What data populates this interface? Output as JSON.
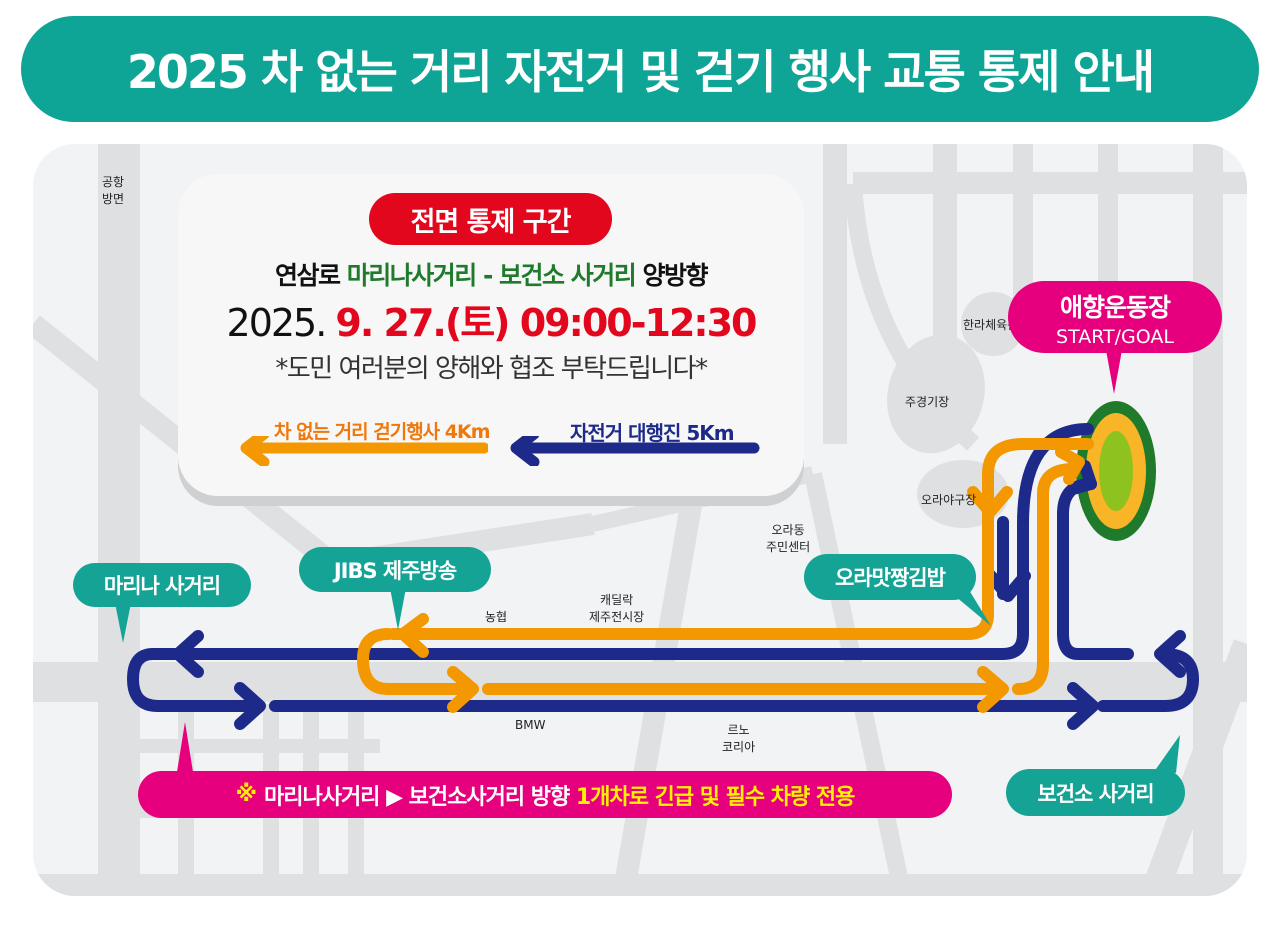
{
  "title": "2025 차 없는 거리 자전거 및 걷기 행사 교통 통제 안내",
  "colors": {
    "teal": "#0ea496",
    "red": "#e3071d",
    "pink": "#e6007e",
    "navy_route": "#1d2a8a",
    "orange_route": "#f39800",
    "green": "#1f7a2c"
  },
  "info_box": {
    "badge": "전면 통제 구간",
    "road_prefix": "연삼로",
    "road_section": "마리나사거리 - 보건소 사거리",
    "road_suffix": "양방향",
    "date_prefix": "2025.",
    "date_red": "9. 27.(토) 09:00-12:30",
    "request": "*도민 여러분의 양해와 협조 부탁드립니다*"
  },
  "legend": {
    "walk_label": "차 없는 거리 걷기행사 4Km",
    "bike_label": "자전거 대행진 5Km"
  },
  "places": {
    "airport": [
      "공항",
      "방면"
    ],
    "hanra": "한라체육관",
    "jugyeong": "주경기장",
    "oraya": "오라야구장",
    "orado": [
      "오라동",
      "주민센터"
    ],
    "nonghyup": "농협",
    "cadillac": [
      "캐딜락",
      "제주전시장"
    ],
    "bmw": "BMW",
    "renault": [
      "르노",
      "코리아"
    ]
  },
  "callouts": {
    "start_name": "애향운동장",
    "start_sub": "START/GOAL",
    "marina": "마리나 사거리",
    "jibs": "JIBS 제주방송",
    "ora": "오라맛짱김밥",
    "health": "보건소 사거리"
  },
  "notice": {
    "symbol": "※",
    "text": "마리나사거리 ▶ 보건소사거리 방향",
    "highlight": "1개차로 긴급 및 필수 차량 전용"
  }
}
